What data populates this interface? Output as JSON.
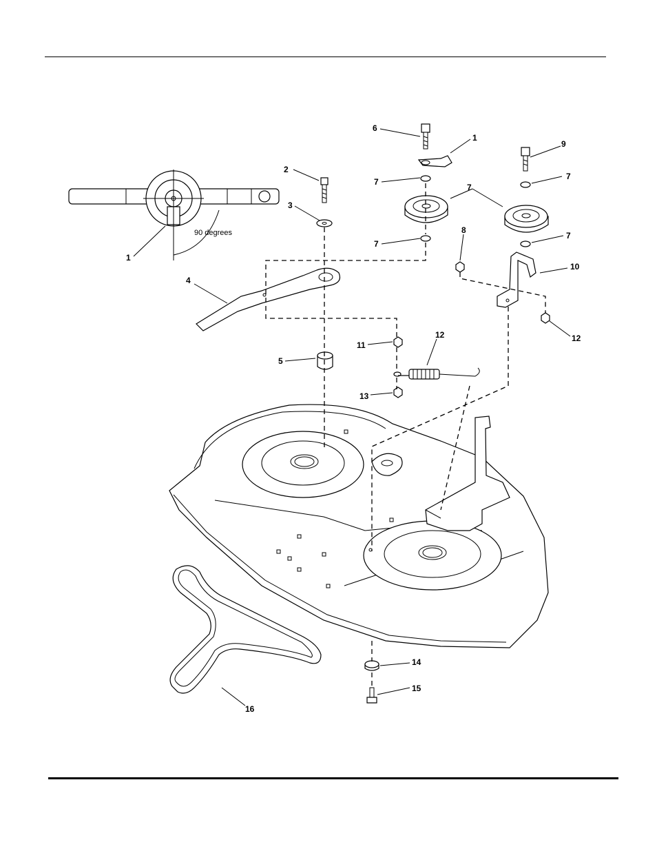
{
  "diagram": {
    "note_angle": "90 degrees",
    "callouts": [
      {
        "id": "c1a",
        "label": "1"
      },
      {
        "id": "c1b",
        "label": "1"
      },
      {
        "id": "c2",
        "label": "2"
      },
      {
        "id": "c3",
        "label": "3"
      },
      {
        "id": "c4",
        "label": "4"
      },
      {
        "id": "c5",
        "label": "5"
      },
      {
        "id": "c6",
        "label": "6"
      },
      {
        "id": "c7a",
        "label": "7"
      },
      {
        "id": "c7b",
        "label": "7"
      },
      {
        "id": "c7c",
        "label": "7"
      },
      {
        "id": "c7d",
        "label": "7"
      },
      {
        "id": "c7e",
        "label": "7"
      },
      {
        "id": "c8",
        "label": "8"
      },
      {
        "id": "c9",
        "label": "9"
      },
      {
        "id": "c10",
        "label": "10"
      },
      {
        "id": "c11",
        "label": "11"
      },
      {
        "id": "c12a",
        "label": "12"
      },
      {
        "id": "c12b",
        "label": "12"
      },
      {
        "id": "c13",
        "label": "13"
      },
      {
        "id": "c14",
        "label": "14"
      },
      {
        "id": "c15",
        "label": "15"
      },
      {
        "id": "c16",
        "label": "16"
      }
    ]
  }
}
